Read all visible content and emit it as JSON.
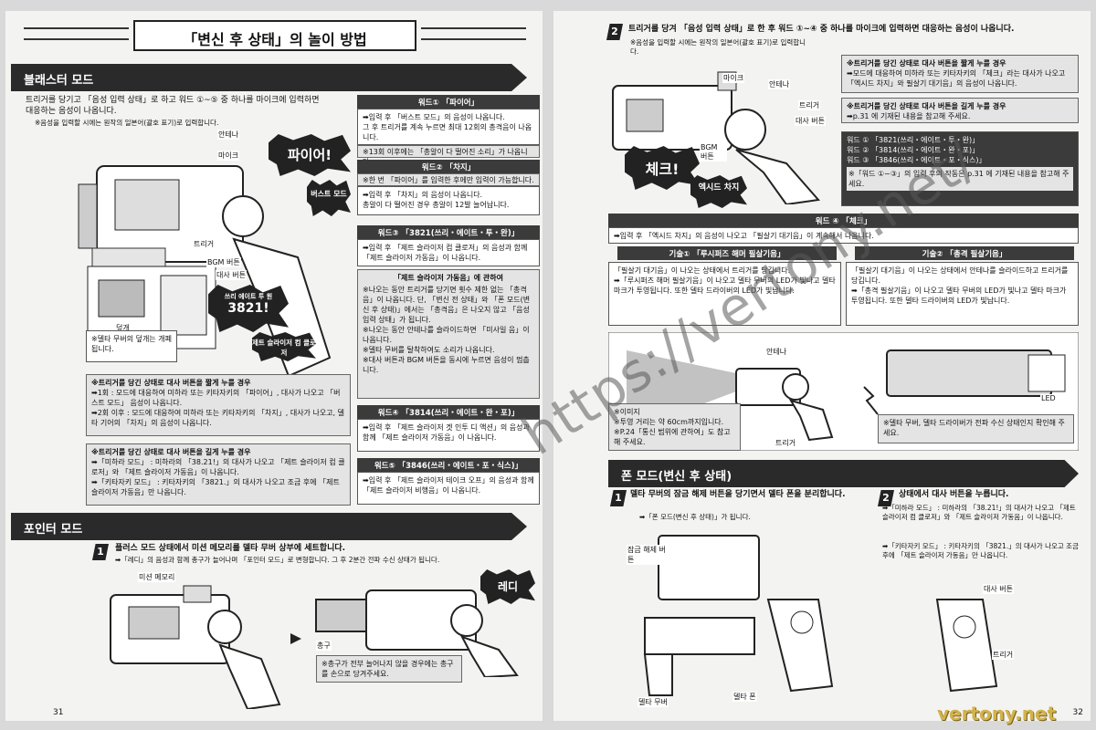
{
  "left": {
    "title": "「변신 후 상태」의 놀이 방법",
    "page_no": "31",
    "blaster": {
      "section": "블래스터 모드",
      "intro": "트리거를 당기고 「음성 입력 상태」로 하고 워드 ①~⑤ 중 하나를 마이크에 입력하면 대응하는 음성이 나옵니다.",
      "note": "※음성을 입력할 시에는 원작의 일본어(괄호 표기)로 입력합니다.",
      "labels": {
        "antenna": "안테나",
        "mic": "마이크",
        "trigger": "트리거",
        "bgm": "BGM 버튼",
        "line": "대사 버튼",
        "lid": "덮개"
      },
      "bursts": {
        "fire": "파이어!",
        "burst": "버스트 모드",
        "sr": "쓰리 에이트 투 원",
        "code": "3821!",
        "jet": "제트 슬라이저 컴 클로저"
      },
      "lid_note": "※델타 무버의 덮개는 개폐됩니다.",
      "w1": {
        "tab": "워드① 「파이어」",
        "l1": "➡입력 후 「버스트 모드」의 음성이 나옵니다.",
        "l2": "그 후 트리거를 계속 누르면 최대 12회의 총격음이 나옵니다.",
        "n": "※13회 이후에는 「총알이 다 떨어진 소리」가 나옵니다."
      },
      "w2": {
        "tab": "워드② 「차지」",
        "n": "※한 번 「파이어」를 입력한 후에만 입력이 가능합니다.",
        "l1": "➡입력 후 「차지」의 음성이 나옵니다.",
        "l2": "총알이 다 떨어진 경우 총알이 12발 늘어납니다."
      },
      "w3": {
        "tab": "워드③ 「3821(쓰리・에이트・투・완)」",
        "l1": "➡입력 후 「제트 슬라이저 컴 클로저」의 음성과 함께 「제트 슬라이저 가동음」이 나옵니다.",
        "sub": "「제트 슬라이저 가동음」에 관하여",
        "b1": "※나오는 동안 트리거를 당기면 횟수 제한 없는 「총격음」이 나옵니다. 단, 「변신 전 상태」와 「폰 모드(변신 후 상태)」에서는 「총격음」은 나오지 않고 「음성 입력 상태」가 됩니다.",
        "b2": "※나오는 동안 안테나를 슬라이드하면 「미사일 음」이 나옵니다.",
        "b3": "※델타 무버를 탈착하여도 소리가 나옵니다.",
        "b4": "※대사 버튼과 BGM 버튼을 동시에 누르면 음성이 멈춥니다."
      },
      "w4": {
        "tab": "워드④ 「3814(쓰리・에이트・완・포)」",
        "l1": "➡입력 후 「제트 슬라이저 겟 인투 디 액션」의 음성과 함께 「제트 슬라이저 가동음」이 나옵니다."
      },
      "w5": {
        "tab": "워드⑤ 「3846(쓰리・에이트・포・식스)」",
        "l1": "➡입력 후 「제트 슬라이저 테이크 오프」의 음성과 함께 「제트 슬라이저 비행음」이 나옵니다."
      },
      "short": {
        "h": "※트리거를 당긴 상태로 대사 버튼을 짧게 누를 경우",
        "a": "➡1회 : 모드에 대응하여 미하라 또는 키타자키의 「파이어」, 대사가 나오고 「버스트 모드」 음성이 나옵니다.",
        "b": "➡2회 이후 : 모드에 대응하여 미하라 또는 키타자키의 「차지」, 대사가 나오고, 델타 기어의 「차지」의 음성이 나옵니다."
      },
      "long": {
        "h": "※트리거를 당긴 상태로 대사 버튼을 길게 누를 경우",
        "a": "➡「미하라 모드」 : 미하라의 「38.21!」의 대사가 나오고 「제트 슬라이저 컴 클로저」와 「제트 슬라이저 가동음」이 나옵니다.",
        "b": "➡「키타자키 모드」 : 키타자키의 「3821.」의 대사가 나오고 조금 후에 「제트 슬라이저 가동음」만 나옵니다."
      }
    },
    "pointer": {
      "section": "포인터 모드",
      "step": "1",
      "l1": "플러스 모드 상태에서 미션 메모리를 델타 무버 상부에 세트합니다.",
      "l2": "➡「레디」의 음성과 함께 총구가 늘어나며 「포인터 모드」로 변형합니다. 그 후 2분간 전파 수신 상태가 됩니다.",
      "mem": "미션 메모리",
      "muzzle": "총구",
      "ready": "레디",
      "n": "※총구가 전부 늘어나지 않을 경우에는 총구를 손으로 당겨주세요."
    }
  },
  "right": {
    "page_no": "32",
    "step2": {
      "step": "2",
      "l1": "트리거를 당겨 「음성 입력 상태」로 한 후 워드 ①~④ 중 하나를 마이크에 입력하면 대응하는 음성이 나옵니다.",
      "n": "※음성을 입력할 시에는 원작의 일본어(괄호 표기)로 입력합니다."
    },
    "labels": {
      "mic": "마이크",
      "antenna": "안테나",
      "trigger": "트리거",
      "line": "대사 버튼",
      "bgm": "BGM 버튼"
    },
    "bursts": {
      "check": "체크!",
      "exceed": "엑시드 차지"
    },
    "short": {
      "h": "※트리거를 당긴 상태로 대사 버튼을 짧게 누를 경우",
      "a": "➡모드에 대응하여 미하라 또는 키타자키의 「체크」라는 대사가 나오고 「엑시드 차지」와 필살기 대기음」의 음성이 나옵니다."
    },
    "long": {
      "h": "※트리거를 당긴 상태로 대사 버튼을 길게 누를 경우",
      "a": "➡p.31 에 기재된 내용을 참고해 주세요."
    },
    "words": [
      "워드 ① 「3821(쓰리・에이트・투・완)」",
      "워드 ② 「3814(쓰리・에이트・완・포)」",
      "워드 ③ 「3846(쓰리・에이트・포・식스)」"
    ],
    "words_note": "※「워드 ①~③」의 입력 후의 작동은 p.31 에 기재된 내용을 참고해 주세요.",
    "w4": {
      "tab": "워드 ④ 「체크」",
      "l1": "➡입력 후 「엑시드 차지」의 음성이 나오고 「필살기 대기음」이 계속해서 나옵니다."
    },
    "t1": {
      "tab": "기술① 「루시퍼즈 해머 필살기음」",
      "l1": "「필살기 대기음」이 나오는 상태에서 트리거를 당깁니다.",
      "l2": "➡「루시퍼즈 해머 필살기음」이 나오고 델타 무버의 LED가 빛나고 델타 마크가 투영됩니다. 또한 델타 드라이버의 LED가 빛납니다."
    },
    "t2": {
      "tab": "기술② 「총격 필살기음」",
      "l1": "「필살기 대기음」이 나오는 상태에서 안테나를 슬라이드하고 트리거를 당깁니다.",
      "l2": "➡「총격 필살기음」이 나오고 델타 무버의 LED가 빛나고 델타 마크가 투영됩니다. 또한 델타 드라이버의 LED가 빛납니다."
    },
    "img": {
      "antenna": "안테나",
      "trigger": "트리거",
      "led": "LED"
    },
    "img_note": "※이미지\n※투영 거리는 약 60cm까지입니다.\n※P.24「통신 범위에 관하여」도 참고해 주세요.",
    "img_note2": "※델타 무버, 델타 드라이버가 전파 수신 상태인지 확인해 주세요.",
    "phone": {
      "section": "폰 모드(변신 후 상태)",
      "s1": "1",
      "s1a": "델타 무버의 잠금 해제 버튼을 당기면서 델타 폰을 분리합니다.",
      "s1b": "➡「폰 모드(변신 후 상태)」가 됩니다.",
      "lock": "잠금 해제 버튼",
      "mover": "델타 무버",
      "phonelbl": "델타 폰",
      "s2": "2",
      "s2a": "상태에서 대사 버튼을 누릅니다.",
      "s2b": "➡「미하라 모드」 : 미하라의 「38.21!」의 대사가 나오고 「제트 슬라이저 컴 클로저」와 「제트 슬라이저 가동음」이 나옵니다.",
      "s2c": "➡「키타자키 모드」 : 키타자키의 「3821.」의 대사가 나오고 조금 후에 「제트 슬라이저 가동음」만 나옵니다.",
      "line": "대사 버튼",
      "trigger": "트리거"
    }
  },
  "watermark": {
    "url": "https://vertony.net/",
    "brand": "vertony.net"
  }
}
